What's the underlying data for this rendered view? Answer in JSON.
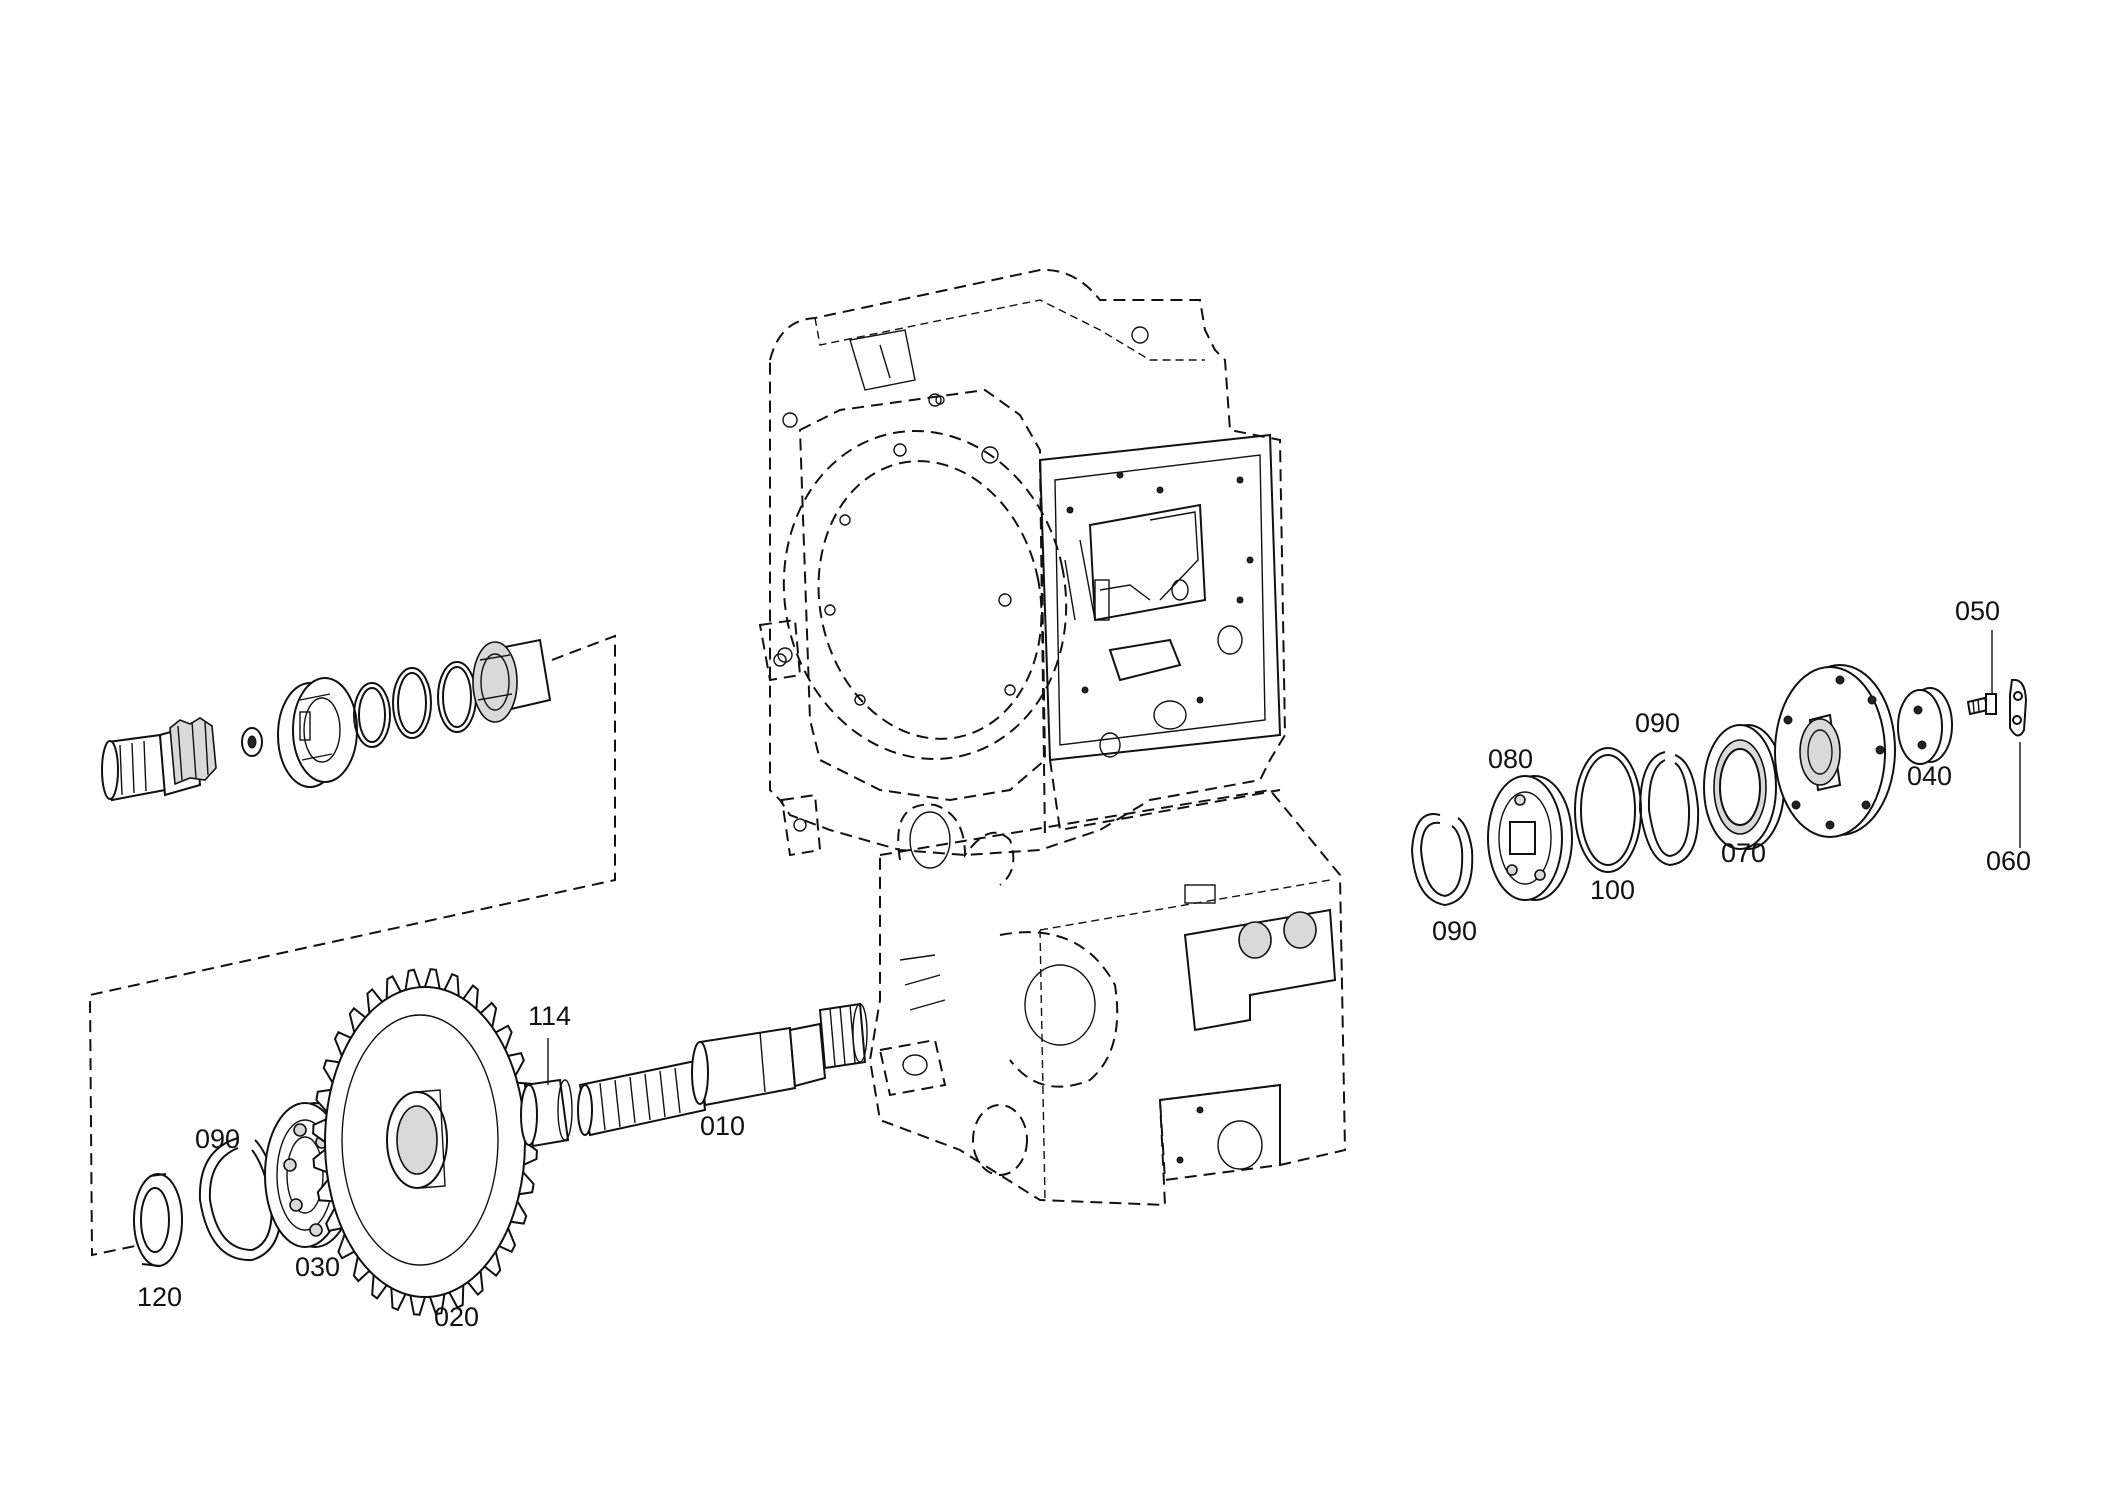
{
  "callouts": [
    {
      "id": "c010",
      "text": "010"
    },
    {
      "id": "c020",
      "text": "020"
    },
    {
      "id": "c030",
      "text": "030"
    },
    {
      "id": "c040",
      "text": "040"
    },
    {
      "id": "c050",
      "text": "050"
    },
    {
      "id": "c060",
      "text": "060"
    },
    {
      "id": "c070",
      "text": "070"
    },
    {
      "id": "c080",
      "text": "080"
    },
    {
      "id": "c090a",
      "text": "090"
    },
    {
      "id": "c090b",
      "text": "090"
    },
    {
      "id": "c090c",
      "text": "090"
    },
    {
      "id": "c100",
      "text": "100"
    },
    {
      "id": "c114",
      "text": "114"
    },
    {
      "id": "c120",
      "text": "120"
    }
  ]
}
